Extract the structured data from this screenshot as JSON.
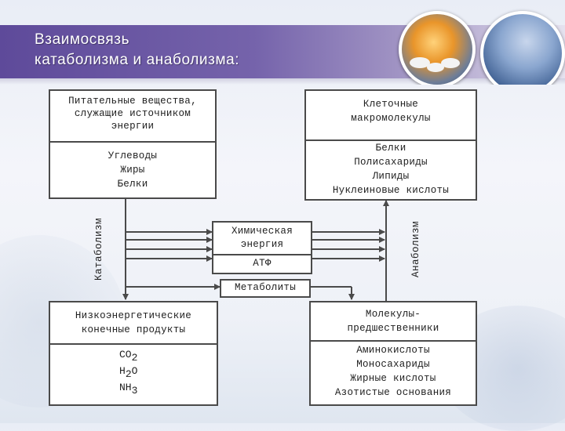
{
  "slide": {
    "title_line1": "Взаимосвязь",
    "title_line2": "катаболизма и анаболизма:"
  },
  "diagram": {
    "nutrients": {
      "header": [
        "Питательные вещества,",
        "служащие источником",
        "энергии"
      ],
      "items": [
        "Углеводы",
        "Жиры",
        "Белки"
      ]
    },
    "macromolecules": {
      "header": [
        "Клеточные",
        "макромолекулы"
      ],
      "items": [
        "Белки",
        "Полисахариды",
        "Липиды",
        "Нуклеиновые кислоты"
      ]
    },
    "chemical_energy": [
      "Химическая",
      "энергия"
    ],
    "atp_label": "АТФ",
    "metabolites_label": "Метаболиты",
    "end_products": {
      "header": [
        "Низкоэнергетические",
        "конечные продукты"
      ],
      "formulas": [
        {
          "base": "CO",
          "sub": "2"
        },
        {
          "base": "H",
          "sub": "2",
          "tail": "O"
        },
        {
          "base": "NH",
          "sub": "3"
        }
      ]
    },
    "precursors": {
      "header": [
        "Молекулы-",
        "предшественники"
      ],
      "items": [
        "Аминокислоты",
        "Моносахариды",
        "Жирные кислоты",
        "Азотистые основания"
      ]
    },
    "catabolism_label": "Катаболизм",
    "anabolism_label": "Анаболизм"
  },
  "colors": {
    "header_band": "#6a58a3",
    "line": "#4a4a4a",
    "box_fill": "#ffffff"
  }
}
